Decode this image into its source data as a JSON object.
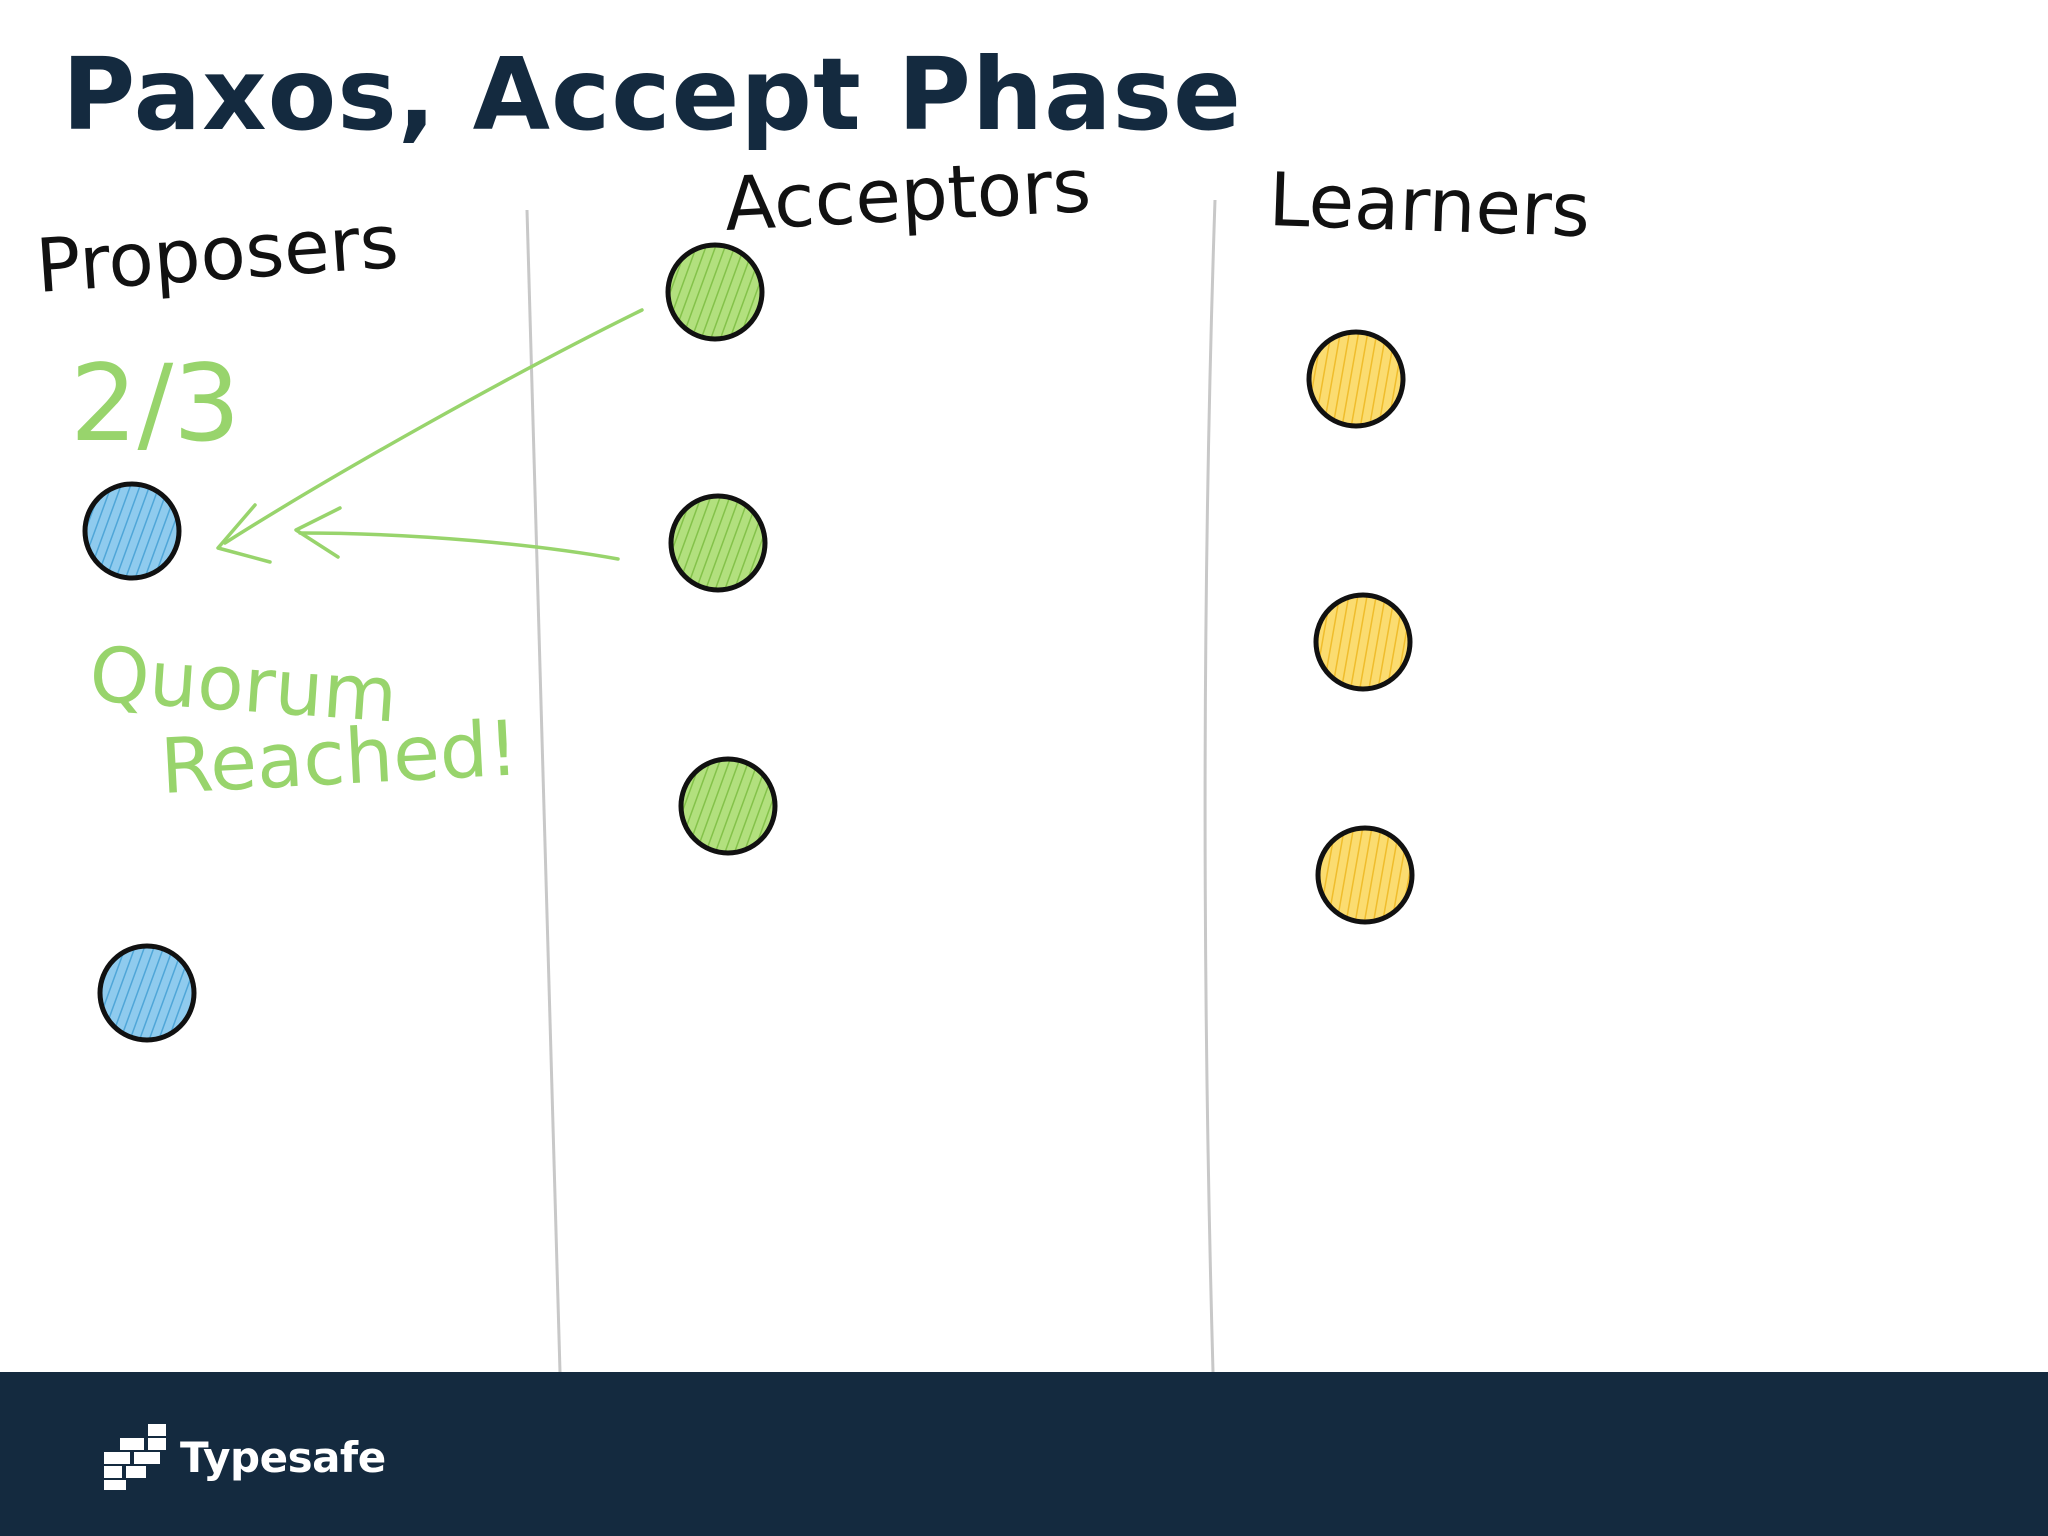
{
  "slide": {
    "title": "Paxos, Accept Phase"
  },
  "diagram": {
    "columns": {
      "proposers": "Proposers",
      "acceptors": "Acceptors",
      "learners": "Learners"
    },
    "annotations": {
      "count": "2/3",
      "quorum_line1": "Quorum",
      "quorum_line2": "Reached!"
    },
    "colors": {
      "proposer": "#7cc0e6",
      "acceptor": "#a6da6e",
      "learner": "#f8d45a",
      "annotation": "#98d46c",
      "ink": "#111111",
      "divider": "#c8c8c8"
    }
  },
  "footer": {
    "brand": "Typesafe",
    "background": "#142a3f"
  }
}
